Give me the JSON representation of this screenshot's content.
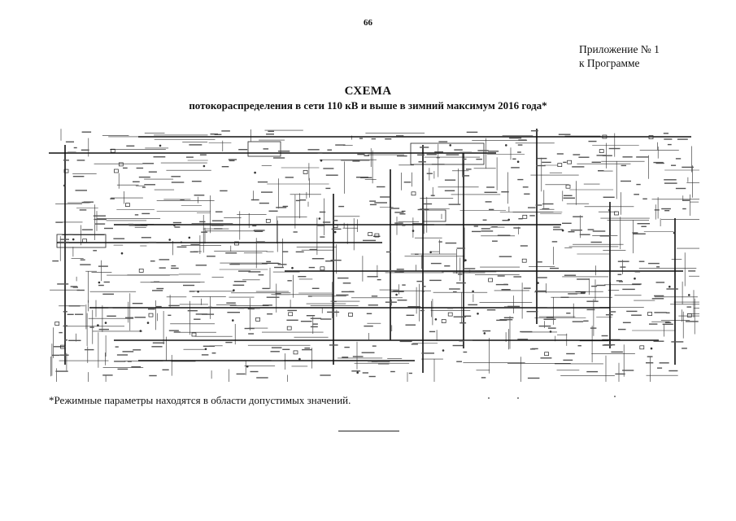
{
  "page_number": "66",
  "appendix": {
    "line1": "Приложение № 1",
    "line2": "к Программе"
  },
  "title": "СХЕМА",
  "subtitle": "потокораспределения в сети 110 кВ и выше в зимний максимум 2016 года*",
  "footnote": "*Режимные параметры находятся в области допустимых значений."
}
